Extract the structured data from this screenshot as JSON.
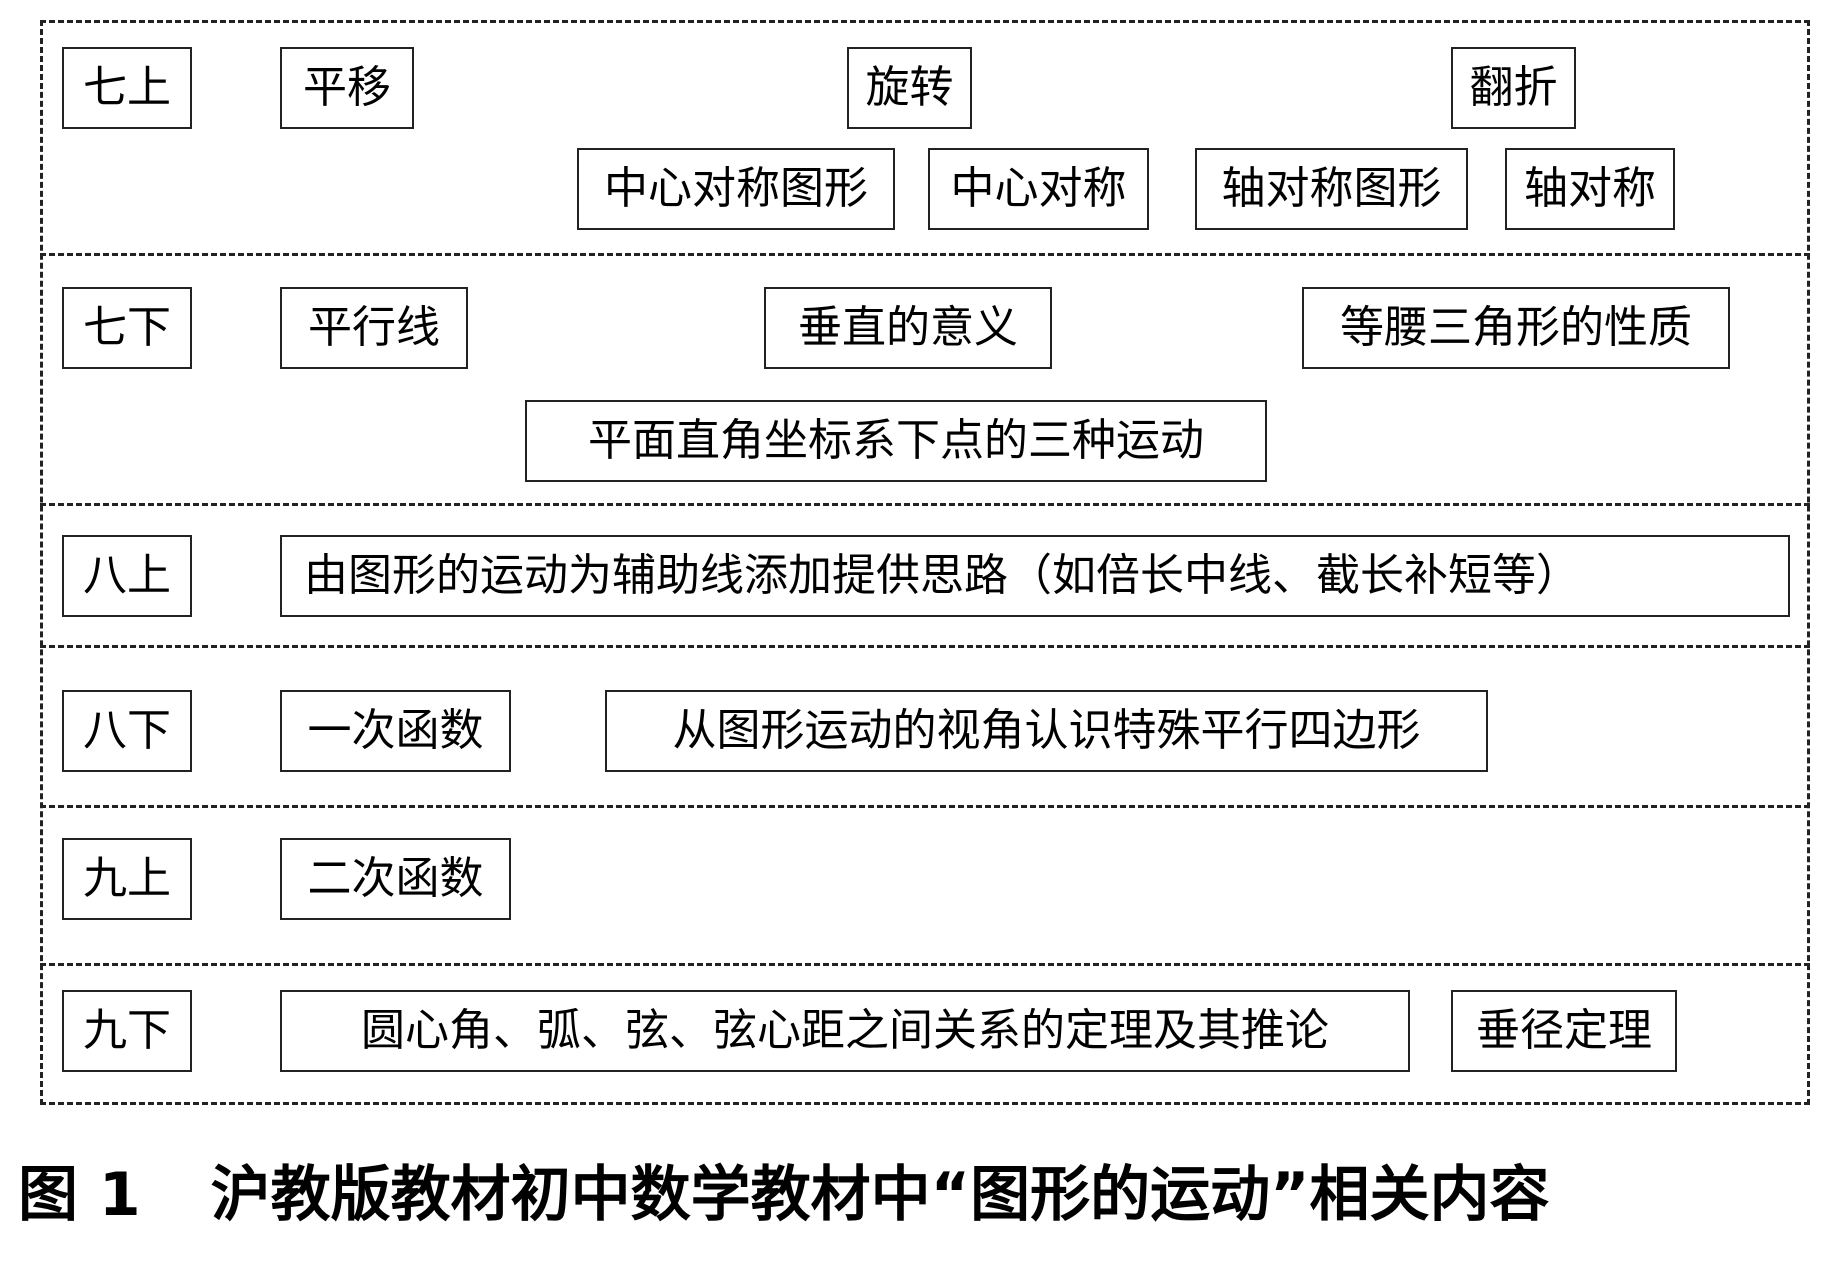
{
  "rows": [
    {
      "grade": "七上",
      "items": [
        "平移",
        "旋转",
        "翻折",
        "中心对称图形",
        "中心对称",
        "轴对称图形",
        "轴对称"
      ]
    },
    {
      "grade": "七下",
      "items": [
        "平行线",
        "垂直的意义",
        "等腰三角形的性质",
        "平面直角坐标系下点的三种运动"
      ]
    },
    {
      "grade": "八上",
      "items": [
        "由图形的运动为辅助线添加提供思路（如倍长中线、截长补短等）"
      ]
    },
    {
      "grade": "八下",
      "items": [
        "一次函数",
        "从图形运动的视角认识特殊平行四边形"
      ]
    },
    {
      "grade": "九上",
      "items": [
        "二次函数"
      ]
    },
    {
      "grade": "九下",
      "items": [
        "圆心角、弧、弦、弦心距之间关系的定理及其推论",
        "垂径定理"
      ]
    }
  ],
  "caption": {
    "number": "图 1",
    "text": "沪教版教材初中数学教材中“图形的运动”相关内容"
  }
}
